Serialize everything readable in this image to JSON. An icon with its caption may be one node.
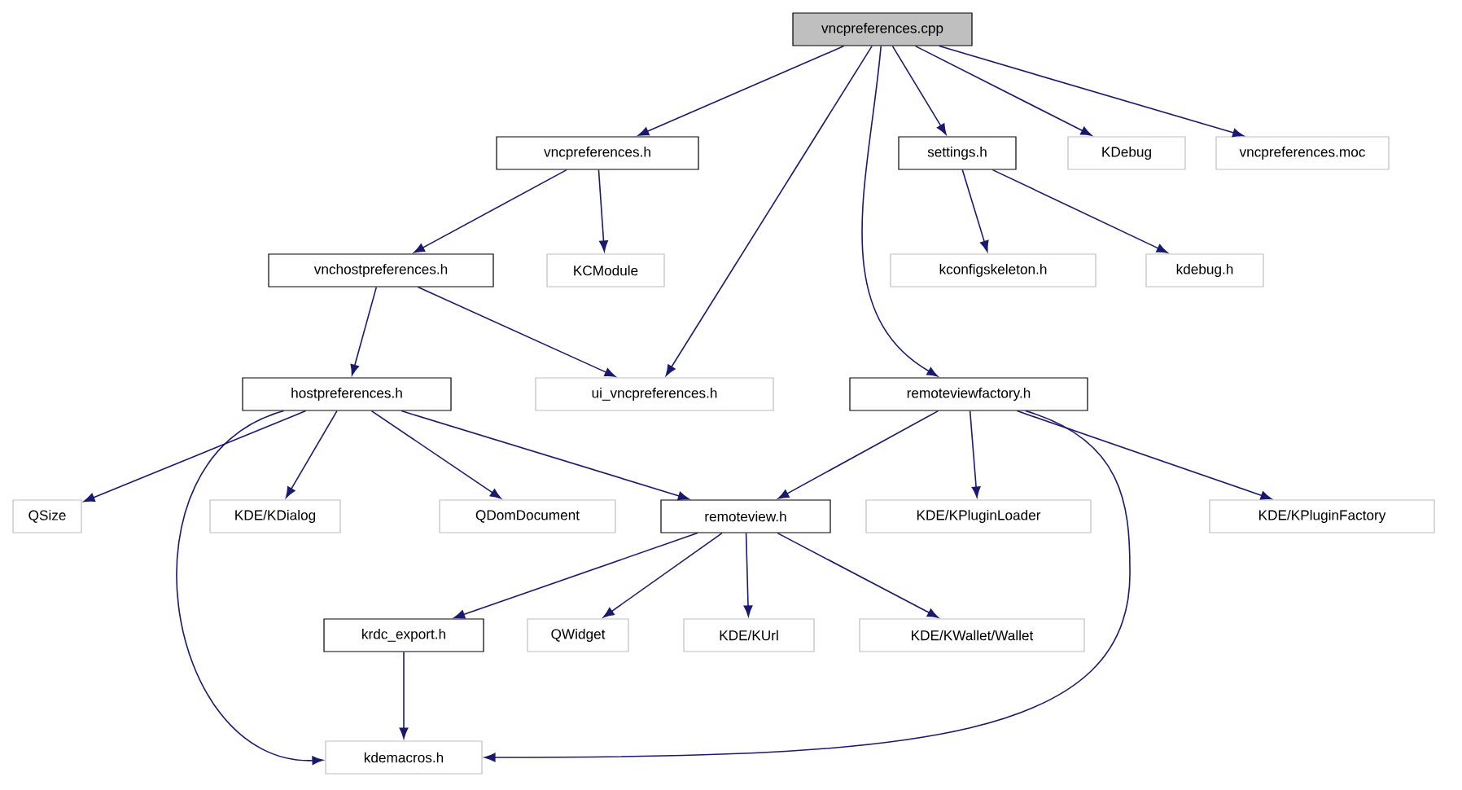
{
  "diagram": {
    "nodes": [
      {
        "text": [
          "vncpreferences.cpp"
        ]
      },
      {
        "text": [
          "vncpreferences.h"
        ]
      },
      {
        "text": [
          "settings.h"
        ]
      },
      {
        "text": [
          "KDebug"
        ]
      },
      {
        "text": [
          "vncpreferences.moc"
        ]
      },
      {
        "text": [
          "vnchostpreferences.h"
        ]
      },
      {
        "text": [
          "KCModule"
        ]
      },
      {
        "text": [
          "kconfigskeleton.h"
        ]
      },
      {
        "text": [
          "kdebug.h"
        ]
      },
      {
        "text": [
          "hostpreferences.h"
        ]
      },
      {
        "text": [
          "ui_vncpreferences.h"
        ]
      },
      {
        "text": [
          "remoteviewfactory.h"
        ]
      },
      {
        "text": [
          "QSize"
        ]
      },
      {
        "text": [
          "KDE/KDialog"
        ]
      },
      {
        "text": [
          "QDomDocument"
        ]
      },
      {
        "text": [
          "remoteview.h"
        ]
      },
      {
        "text": [
          "KDE/KPluginLoader"
        ]
      },
      {
        "text": [
          "KDE/KPluginFactory"
        ]
      },
      {
        "text": [
          "krdc_export.h"
        ]
      },
      {
        "text": [
          "QWidget"
        ]
      },
      {
        "text": [
          "KDE/KUrl"
        ]
      },
      {
        "text": [
          "KDE/KWallet/Wallet"
        ]
      },
      {
        "text": [
          "kdemacros.h"
        ]
      }
    ],
    "edges": [
      {
        "from": 0,
        "to": 1,
        "arrow": "to"
      },
      {
        "from": 0,
        "to": 10,
        "arrow": "to"
      },
      {
        "from": 0,
        "to": 2,
        "arrow": "to"
      },
      {
        "from": 0,
        "to": 3,
        "arrow": "to"
      },
      {
        "from": 0,
        "to": 4,
        "arrow": "to"
      },
      {
        "from": 0,
        "to": 11,
        "arrow": "to"
      },
      {
        "from": 1,
        "to": 5,
        "arrow": "to"
      },
      {
        "from": 1,
        "to": 6,
        "arrow": "to"
      },
      {
        "from": 2,
        "to": 7,
        "arrow": "to"
      },
      {
        "from": 2,
        "to": 8,
        "arrow": "to"
      },
      {
        "from": 5,
        "to": 9,
        "arrow": "to"
      },
      {
        "from": 5,
        "to": 10,
        "arrow": "to"
      },
      {
        "from": 9,
        "to": 12,
        "arrow": "to"
      },
      {
        "from": 9,
        "to": 13,
        "arrow": "to"
      },
      {
        "from": 9,
        "to": 14,
        "arrow": "to"
      },
      {
        "from": 9,
        "to": 15,
        "arrow": "to"
      },
      {
        "from": 9,
        "to": 22,
        "arrow": "to"
      },
      {
        "from": 11,
        "to": 15,
        "arrow": "to"
      },
      {
        "from": 11,
        "to": 16,
        "arrow": "to"
      },
      {
        "from": 11,
        "to": 17,
        "arrow": "to"
      },
      {
        "from": 11,
        "to": 22,
        "arrow": "to"
      },
      {
        "from": 15,
        "to": 18,
        "arrow": "to"
      },
      {
        "from": 15,
        "to": 19,
        "arrow": "to"
      },
      {
        "from": 15,
        "to": 20,
        "arrow": "to"
      },
      {
        "from": 15,
        "to": 21,
        "arrow": "to"
      },
      {
        "from": 18,
        "to": 22,
        "arrow": "to"
      }
    ]
  }
}
